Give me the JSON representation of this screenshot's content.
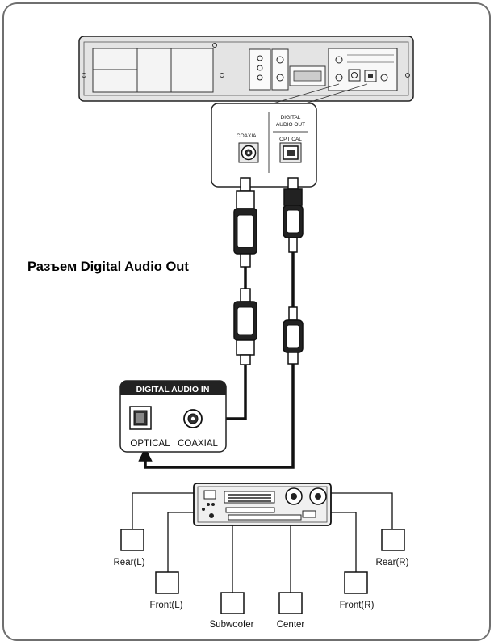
{
  "caption": "Разъем Digital Audio Out",
  "player_panel": {
    "header": "DIGITAL\nAUDIO OUT",
    "coaxial": "COAXIAL",
    "optical": "OPTICAL"
  },
  "receiver_input": {
    "header": "DIGITAL AUDIO IN",
    "optical": "OPTICAL",
    "coaxial": "COAXIAL"
  },
  "speakers": {
    "rear_left": "Rear(L)",
    "front_left": "Front(L)",
    "subwoofer": "Subwoofer",
    "center": "Center",
    "front_right": "Front(R)",
    "rear_right": "Rear(R)"
  },
  "colors": {
    "line": "#111111",
    "device_fill": "#e4e4e4",
    "frame": "#6f6f6f"
  }
}
